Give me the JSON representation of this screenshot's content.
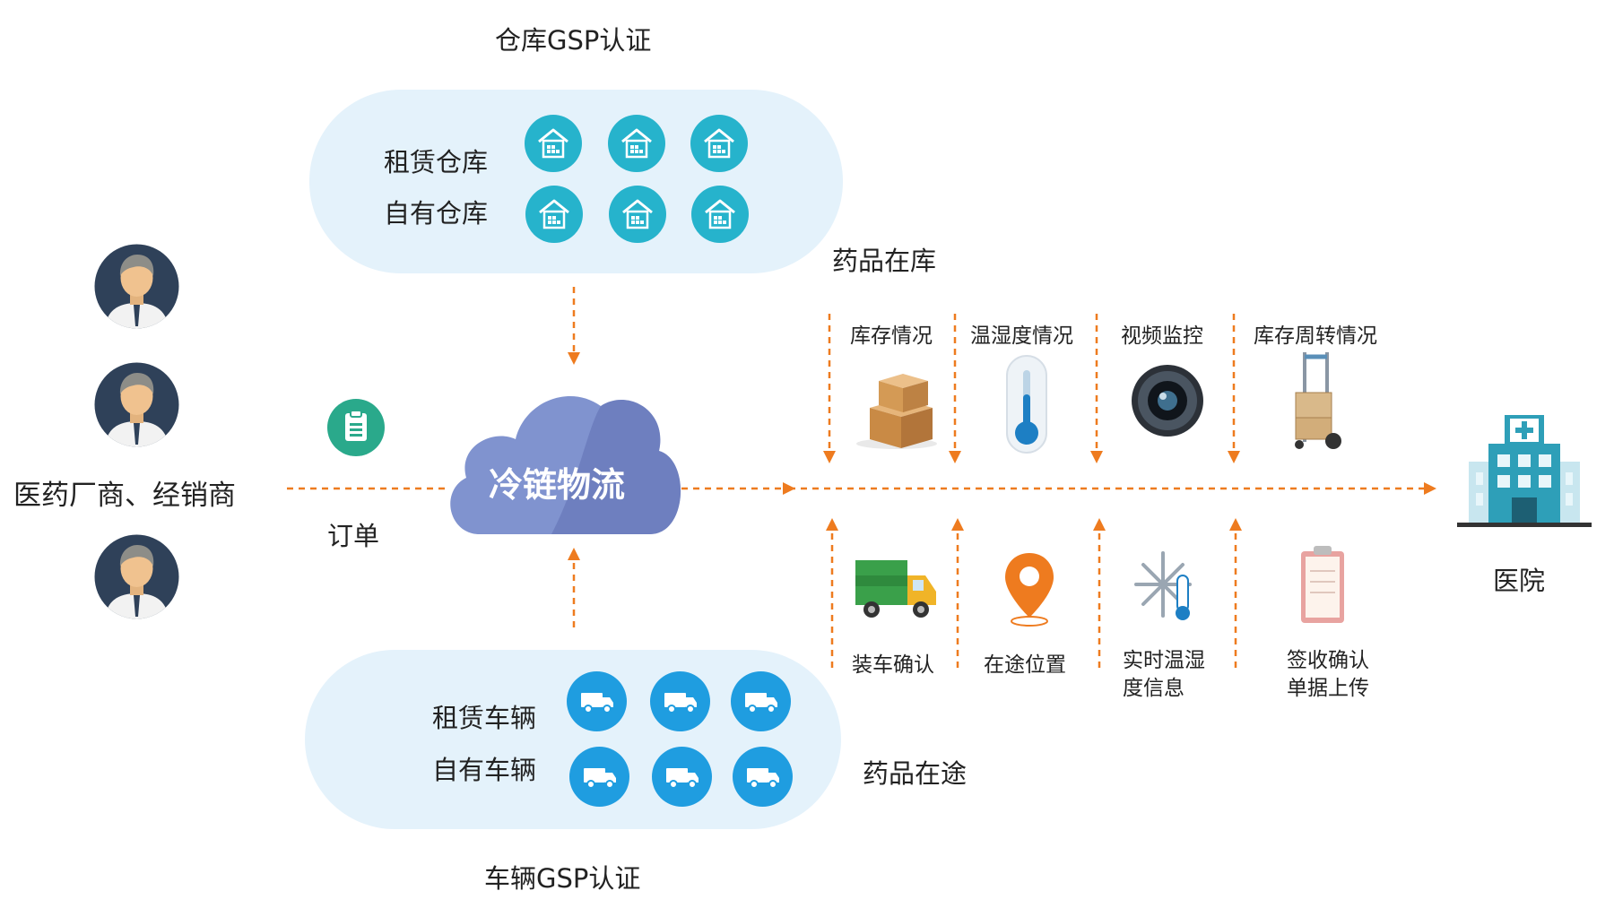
{
  "warehouse": {
    "title": "仓库GSP认证",
    "rows": [
      "租赁仓库",
      "自有仓库"
    ],
    "icon": "warehouse-icon"
  },
  "vehicle": {
    "title": "车辆GSP认证",
    "rows": [
      "租赁车辆",
      "自有车辆"
    ],
    "icon": "truck-icon"
  },
  "left": {
    "label": "医药厂商、经销商",
    "order": "订单"
  },
  "center": {
    "label": "冷链物流"
  },
  "top_section": {
    "label": "药品在库"
  },
  "bottom_section": {
    "label": "药品在途"
  },
  "top_items": [
    "库存情况",
    "温湿度情况",
    "视频监控",
    "库存周转情况"
  ],
  "bottom_items": [
    "装车确认",
    "在途位置",
    [
      "实时温湿",
      "度信息"
    ],
    [
      "签收确认",
      "单据上传"
    ]
  ],
  "destination": {
    "label": "医院"
  },
  "colors": {
    "accent_orange": "#ee7b1f",
    "teal": "#26b3cc",
    "truck_blue": "#1f9de0",
    "pill_bg": "#e4f2fb",
    "cloud": "#8093cf",
    "cloud_dark": "#5f6fb2",
    "order_icon": "#2aa98b"
  }
}
